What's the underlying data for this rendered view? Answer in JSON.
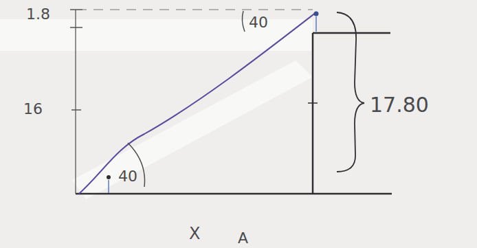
{
  "diagram": {
    "labels": [
      "1.8",
      "40",
      "16",
      "17.80",
      "40",
      "X",
      "A"
    ]
  }
}
